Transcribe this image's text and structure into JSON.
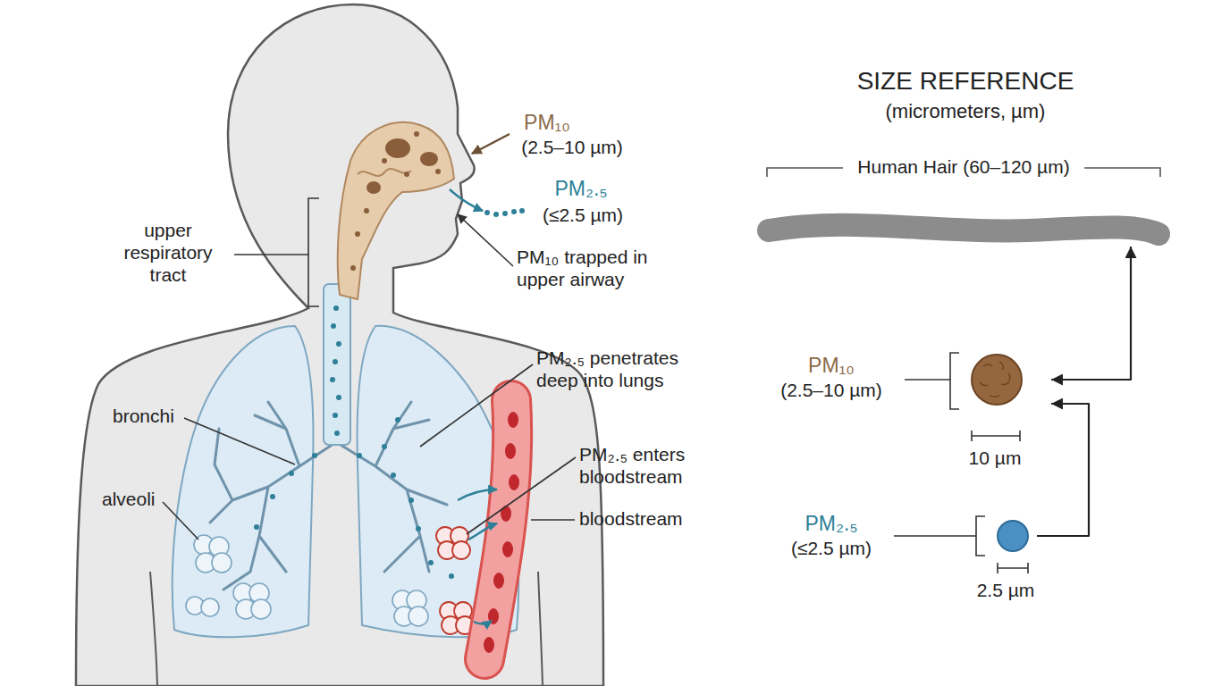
{
  "diagram": {
    "nodes": [
      {
        "text": [
          "Human Hair (60–120 µm)"
        ]
      },
      {
        "text": [
          "PM₁₀",
          "(2.5–10 µm)",
          "10 µm"
        ]
      },
      {
        "text": [
          "PM₂.₅",
          "(≤2.5 µm)",
          "2.5 µm"
        ]
      }
    ],
    "edges": [
      {
        "from": 1,
        "to": 0,
        "arrow": "both"
      },
      {
        "from": 2,
        "to": 1,
        "arrow": "to"
      }
    ],
    "labels": [
      "PM₁₀",
      "(2.5–10 µm)",
      "PM₂.₅",
      "(≤2.5 µm)",
      "PM₁₀ trapped in upper airway",
      "upper respiratory tract",
      "PM₂.₅ penetrates deep into lungs",
      "bronchi",
      "alveoli",
      "PM₂.₅ enters bloodstream",
      "bloodstream",
      "SIZE REFERENCE",
      "(micrometers, µm)"
    ]
  }
}
